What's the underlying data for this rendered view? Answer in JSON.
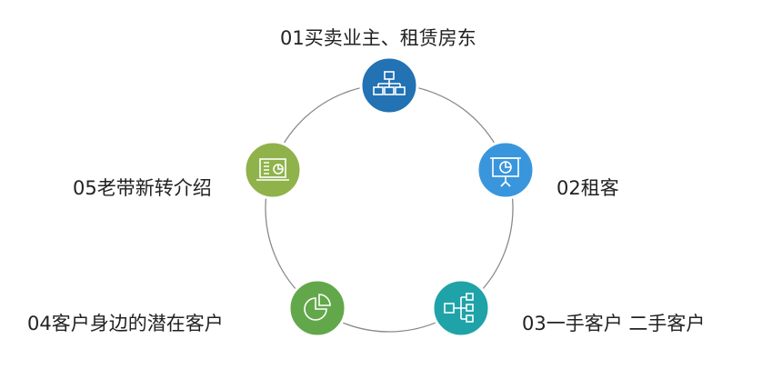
{
  "nodes": [
    {
      "label": "01买卖业主、租赁房东",
      "icon": "org-chart-icon",
      "color": "#2272b4"
    },
    {
      "label": "02租客",
      "icon": "presentation-board-icon",
      "color": "#3a96dc"
    },
    {
      "label": "03一手客户 二手客户",
      "icon": "tree-structure-icon",
      "color": "#1fa3a8"
    },
    {
      "label": "04客户身边的潜在客户",
      "icon": "pie-chart-icon",
      "color": "#62a84a"
    },
    {
      "label": "05老带新转介绍",
      "icon": "laptop-report-icon",
      "color": "#8fb24a"
    }
  ],
  "ring_color": "#8a8a8a"
}
